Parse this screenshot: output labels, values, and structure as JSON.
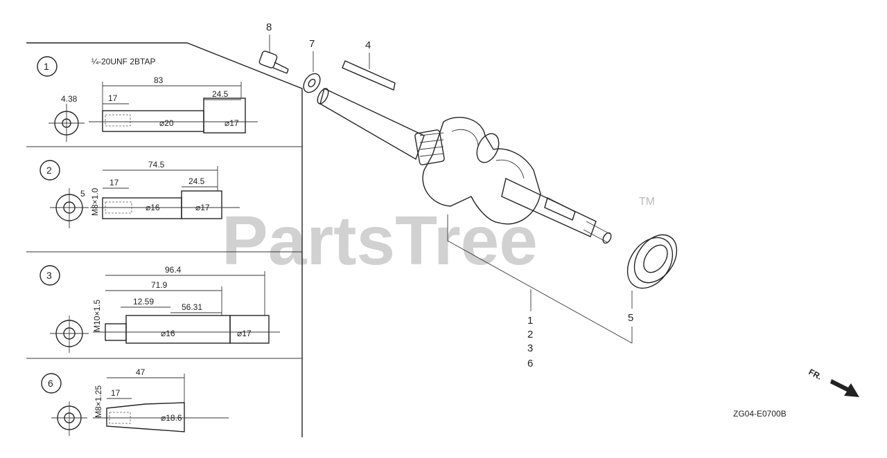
{
  "watermark": {
    "text": "PartsTree",
    "tm": "TM"
  },
  "variants": [
    {
      "id": "1",
      "thread": "¼-20UNF 2BTAP",
      "dims": [
        "83",
        "17",
        "24.5",
        "4.38",
        "⌀20",
        "⌀17"
      ]
    },
    {
      "id": "2",
      "thread": "M8×1.0",
      "dims": [
        "74.5",
        "17",
        "24.5",
        "5",
        "⌀16",
        "⌀17"
      ]
    },
    {
      "id": "3",
      "thread": "M10×1.5",
      "dims": [
        "96.4",
        "71.9",
        "12.59",
        "56.31",
        "⌀16",
        "⌀17"
      ]
    },
    {
      "id": "6",
      "thread": "M8×1.25",
      "dims": [
        "47",
        "17",
        "⌀18.6"
      ]
    }
  ],
  "callouts": {
    "c8": "8",
    "c7": "7",
    "c4": "4",
    "c5": "5",
    "main": [
      "1",
      "2",
      "3",
      "6"
    ]
  },
  "direction_label": "FR.",
  "drawing_code": "ZG04-E0700B"
}
